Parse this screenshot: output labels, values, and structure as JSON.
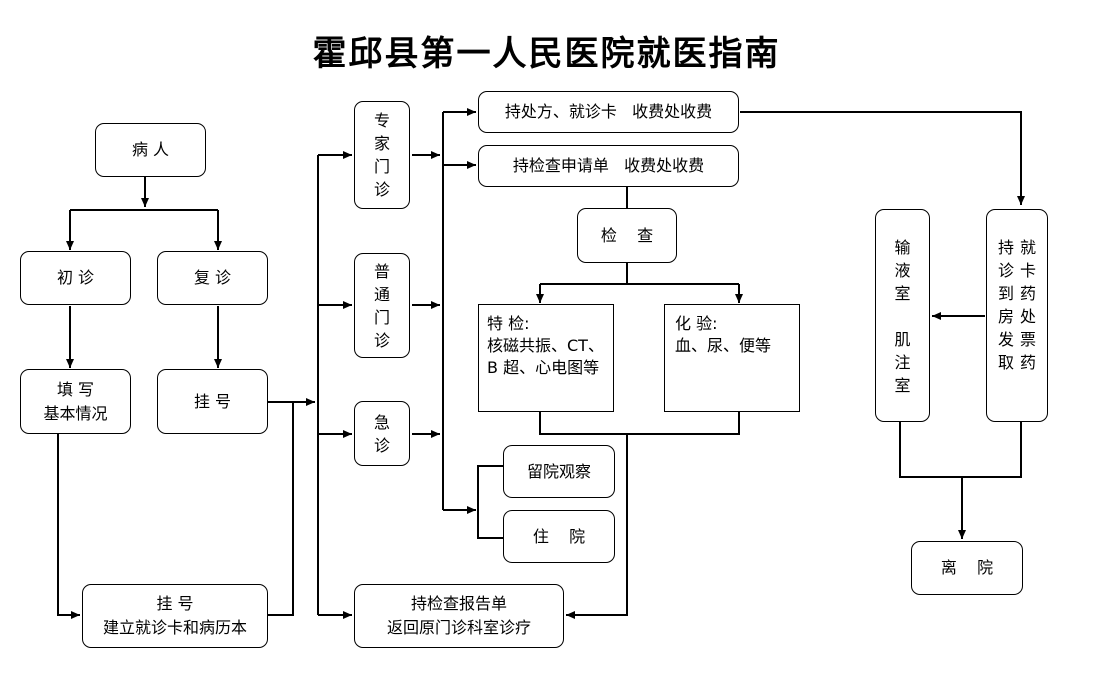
{
  "title": "霍邱县第一人民医院就医指南",
  "nodes": {
    "patient": "病    人",
    "first_visit": "初   诊",
    "return_visit": "复   诊",
    "fill_info": "填    写\n基本情况",
    "register": "挂    号",
    "register_card": "挂    号\n建立就诊卡和病历本",
    "expert_clinic": "专家门诊",
    "general_clinic": "普通门诊",
    "emergency": "急诊",
    "pay_prescription": "持处方、就诊卡   收费处收费",
    "pay_exam": "持检查申请单   收费处收费",
    "exam": "检    查",
    "special_exam": "特    检:\n核磁共振、CT、\nB 超、心电图等",
    "lab_test": "化    验:\n血、尿、便等",
    "observation": "留院观察",
    "hospitalization": "住    院",
    "report_return": "持检查报告单\n返回原门诊科室诊疗",
    "infusion_room": "输液室 肌注室",
    "pharmacy": "持就诊卡到药房处发票取药",
    "discharge": "离    院"
  }
}
